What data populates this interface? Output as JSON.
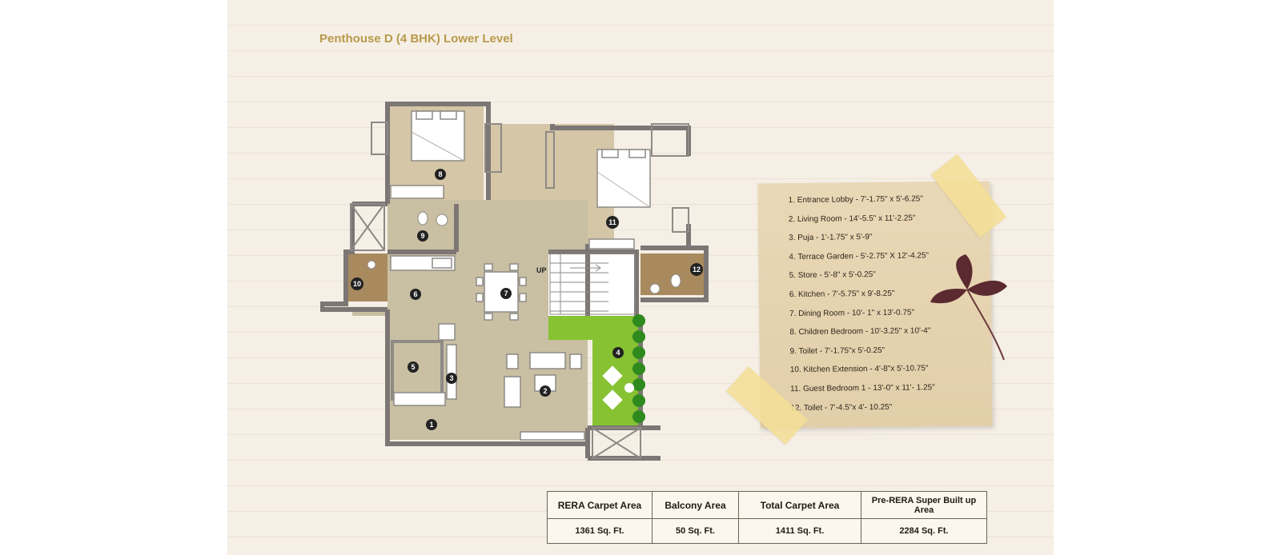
{
  "title": "Penthouse D (4 BHK) Lower Level",
  "plan": {
    "rooms": [
      {
        "number": "1"
      },
      {
        "number": "2"
      },
      {
        "number": "3"
      },
      {
        "number": "4"
      },
      {
        "number": "5"
      },
      {
        "number": "6"
      },
      {
        "number": "7"
      },
      {
        "number": "8"
      },
      {
        "number": "9"
      },
      {
        "number": "10"
      },
      {
        "number": "11"
      },
      {
        "number": "12"
      }
    ],
    "stair_label": "UP",
    "colors": {
      "floor": "#c9bfa3",
      "bedroom": "#d4c6a6",
      "wet": "#a88a5e",
      "garden": "#86c232",
      "wall": "#7c7774"
    }
  },
  "legend": [
    "1. Entrance Lobby - 7'-1.75\" x 5'-6.25\"",
    "2. Living Room - 14'-5.5\" x 11'-2.25\"",
    "3. Puja - 1'-1.75\" x 5'-9\"",
    "4. Terrace Garden - 5'-2.75\" X 12'-4.25\"",
    "5. Store - 5'-8\" x 5'-0.25\"",
    "6. Kitchen - 7'-5.75\" x 9'-8.25\"",
    "7. Dining Room - 10'- 1\" x 13'-0.75\"",
    "8. Children Bedroom - 10'-3.25\" x 10'-4\"",
    "9. Toilet - 7'-1.75\"x 5'-0.25\"",
    "10. Kitchen Extension - 4'-8\"x 5'-10.75\"",
    "11. Guest Bedroom 1 - 13'-0\" x 11'- 1.25\"",
    "12. Toilet - 7'-4.5\"x 4'- 10.25\""
  ],
  "area_table": {
    "headers": [
      "RERA Carpet Area",
      "Balcony Area",
      "Total Carpet Area",
      "Pre-RERA Super Built up Area"
    ],
    "values": [
      "1361 Sq. Ft.",
      "50 Sq. Ft.",
      "1411 Sq. Ft.",
      "2284 Sq. Ft."
    ]
  }
}
